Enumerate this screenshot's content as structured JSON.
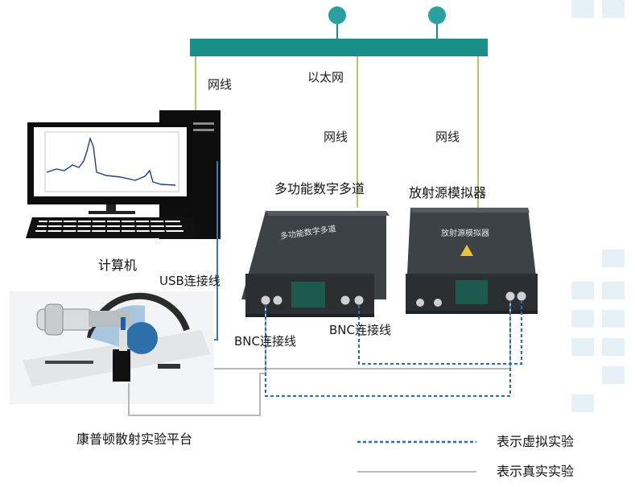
{
  "network": {
    "ethernet_label": "以太网",
    "cable_left": "网线",
    "cable_mid": "网线",
    "cable_right": "网线"
  },
  "devices": {
    "computer": "计算机",
    "mca": "多功能数字多道",
    "simulator": "放射源模拟器",
    "platform": "康普顿散射实验平台"
  },
  "device_panel_text": {
    "mca_front": "多功能数字多道",
    "simulator_front": "放射源模拟器"
  },
  "connections": {
    "usb": "USB连接线",
    "bnc_left": "BNC连接线",
    "bnc_right": "BNC连接线"
  },
  "legend": {
    "virtual": "表示虚拟实验",
    "real": "表示真实实验"
  },
  "colors": {
    "bus": "#1a8f8a",
    "node": "#2aa0a0",
    "cable": "#b7c95a",
    "usb": "#2e7bc4",
    "virtual": "#1f6fb5",
    "real": "#b8b8b8",
    "device_body": "#3d4246"
  }
}
